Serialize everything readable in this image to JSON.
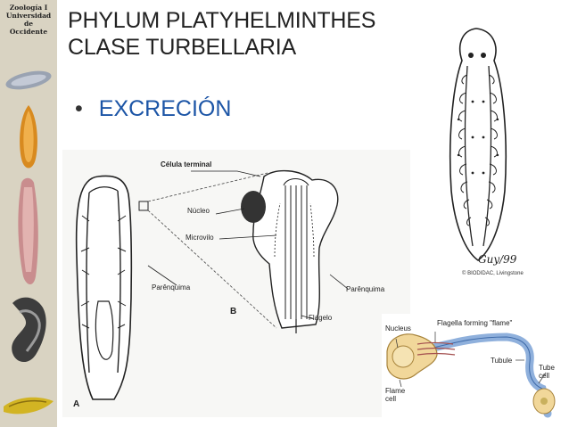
{
  "sidebar": {
    "brand": [
      "Zoología I",
      "Universidad",
      "de",
      "Occidente"
    ]
  },
  "title": {
    "line1": "PHYLUM PLATYHELMINTHES",
    "line2": "CLASE TURBELLARIA"
  },
  "bullet": {
    "symbol": "•",
    "text": "EXCRECIÓN"
  },
  "figure_a": {
    "labels": {
      "celula_terminal": "Célula terminal",
      "nucleo": "Núcleo",
      "microvilo": "Microvilo",
      "parenquima_left": "Parênquima",
      "parenquima_right": "Parênquima",
      "flagelo": "Flagelo",
      "panel_a": "A",
      "panel_b": "B"
    }
  },
  "figure_planarian": {
    "signature": "Guy/99",
    "credit": "© BIODIDAC, Livingstone"
  },
  "figure_flame": {
    "labels": {
      "nucleus": "Nucleus",
      "flagella": "Flagella forming \"flame\"",
      "tubule": "Tubule",
      "tube_cell_1": "Tube",
      "tube_cell_2": "cell",
      "flame_cell_1": "Flame",
      "flame_cell_2": "cell"
    }
  },
  "colors": {
    "bullet": "#1c55a6",
    "sidebar": "#d9d3c2",
    "tubule": "#8fb0dc",
    "flame_cell": "#f1d79a"
  }
}
